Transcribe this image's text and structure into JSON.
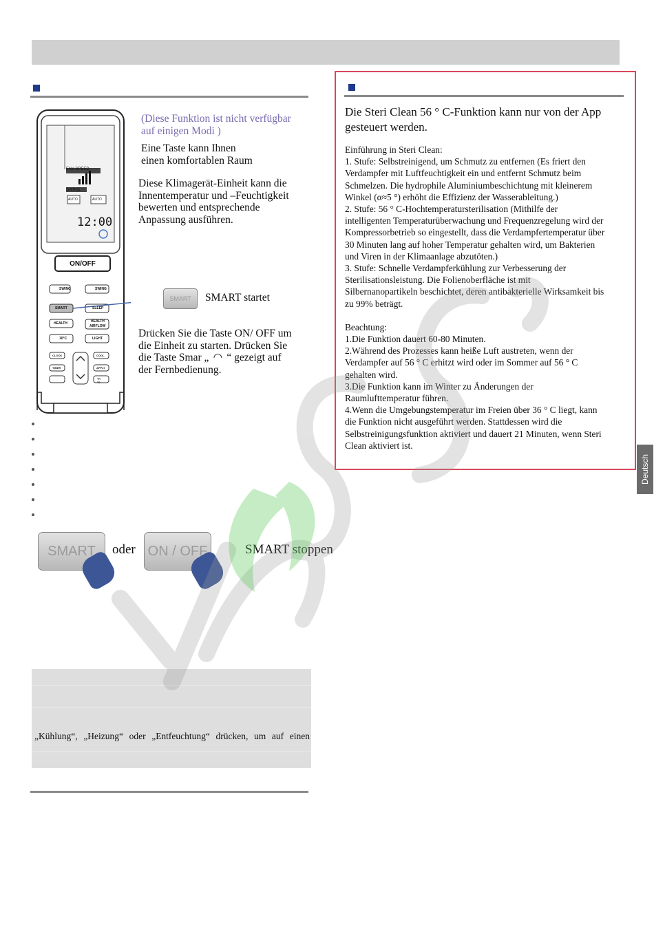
{
  "left": {
    "note": [
      "(Diese Funktion ist nicht verfügbar",
      "auf einigen Modi )"
    ],
    "para1": [
      "Eine Taste kann Ihnen",
      "einen komfortablen Raum"
    ],
    "para2": [
      "Diese Klimagerät-Einheit kann die",
      "Innentemperatur und –Feuchtigkeit",
      "bewerten und entsprechende",
      "Anpassung ausführen."
    ],
    "smart_start": "SMART startet",
    "para3": [
      "Drücken Sie die Taste ON/ OFF um",
      "die Einheit zu starten. Drücken Sie",
      "die Taste Smar „",
      "“ gezeigt auf",
      "der Fernbedienung."
    ],
    "stop_smart_button": "SMART",
    "stop_or": "oder",
    "stop_onoff_button": "ON / OFF",
    "stop_label": "SMART stoppen",
    "graybox_text": "„Kühlung“, „Heizung“ oder „Entfeuchtung“ drücken, um auf einen"
  },
  "remote": {
    "fan_speed": "FAN SPEED",
    "swing": "SWING",
    "time": "12:00",
    "auto1": "AUTO",
    "auto2": "AUTO",
    "onoff": "ON/OFF",
    "swing1": "SWING",
    "swing2": "SWING",
    "smart": "SMART",
    "sleep": "SLEEP",
    "health": "HEALTH",
    "health_airflow": [
      "HEALTH",
      "AIRFLOW"
    ],
    "ten_c": "10°C",
    "light": "LIGHT",
    "clock": "CLOCK",
    "timer": "TIMER",
    "cool": "COOL",
    "apply": "APPLY",
    "tf": "°F/°C",
    "callout_smart": "SMART"
  },
  "right": {
    "title": [
      "Die Steri Clean 56 ° C-Funktion kann nur von der App",
      "gesteuert werden."
    ],
    "intro_heading": "Einführung in Steri Clean:",
    "body": [
      "1. Stufe: Selbstreinigend, um Schmutz zu entfernen (Es friert den",
      "Verdampfer mit Luftfeuchtigkeit ein und entfernt Schmutz beim",
      "Schmelzen. Die hydrophile Aluminiumbeschichtung mit kleinerem",
      "Winkel (α≈5 °)    erhöht die Effizienz der Wasserableitung.)",
      "2. Stufe: 56 ° C-Hochtemperatursterilisation (Mithilfe der",
      "intelligenten Temperaturüberwachung und Frequenzregelung wird der",
      "Kompressorbetrieb so eingestellt, dass die Verdampfertemperatur über",
      "30 Minuten lang auf hoher Temperatur gehalten wird, um Bakterien",
      "und Viren in der Klimaanlage abzutöten.)",
      "3. Stufe: Schnelle Verdampferkühlung zur Verbesserung der",
      "Sterilisationsleistung. Die Folienoberfläche ist mit",
      "Silbernanopartikeln beschichtet, deren antibakterielle Wirksamkeit bis",
      "zu 99% beträgt."
    ],
    "note_heading": "Beachtung:",
    "notes": [
      "1.Die Funktion dauert 60-80 Minuten.",
      "2.Während des Prozesses kann heiße Luft austreten, wenn der",
      "Verdampfer auf 56 ° C erhitzt wird oder im Sommer auf 56 ° C",
      "gehalten wird.",
      "3.Die Funktion kann im Winter zu Änderungen der",
      "Raumlufttemperatur führen.",
      "4.Wenn die Umgebungstemperatur im Freien über 36 ° C liegt, kann",
      "die Funktion nicht ausgeführt werden. Stattdessen wird die",
      "Selbstreinigungsfunktion aktiviert und dauert 21 Minuten, wenn Steri",
      "Clean aktiviert ist."
    ]
  },
  "side_tab": "Deutsch",
  "colors": {
    "section_mark": "#1f3a8a",
    "red_border": "#d9465a",
    "note_purple": "#7a6ab0"
  }
}
